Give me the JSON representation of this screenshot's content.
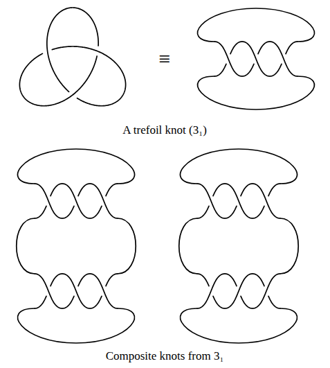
{
  "diagram": {
    "labels": [
      "≡",
      "A trefoil knot (3₁)",
      "Composite knots from 3₁"
    ]
  }
}
